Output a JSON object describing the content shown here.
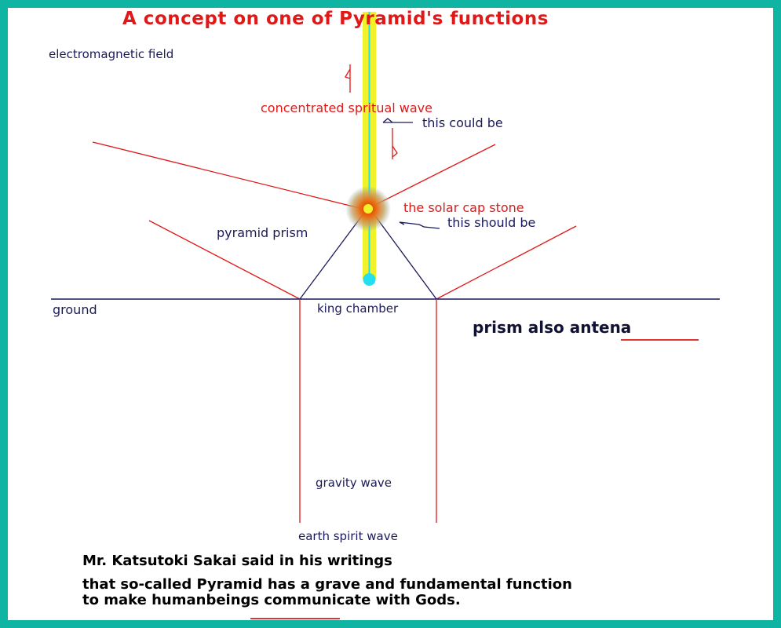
{
  "title": "A concept on one of Pyramid's functions",
  "labels": {
    "em_field": "electromagnetic field",
    "concentrated": "concentrated spritual wave",
    "could_be": "this could be",
    "solar_cap": "the solar cap stone",
    "should_be": "this should be",
    "pyramid_prism": "pyramid prism",
    "ground": "ground",
    "king_chamber": "king chamber",
    "gravity_wave": "gravity wave",
    "earth_spirit": "earth spirit wave"
  },
  "note": {
    "prefix": "prism also ",
    "emphasis": "antena"
  },
  "quote": {
    "line1": "Mr. Katsutoki Sakai said in his writings",
    "line2": "that so-called Pyramid has a grave and fundamental function",
    "line3_prefix": "to make humanbeings ",
    "line3_emphasis": "communicate",
    "line3_suffix": " with Gods."
  },
  "colors": {
    "background": "#0fb5a2",
    "red": "#e01818",
    "navy": "#1a1a5a",
    "beam": "#f2f22a",
    "beam_core": "#22e0f0",
    "glow": "#e06a10"
  }
}
